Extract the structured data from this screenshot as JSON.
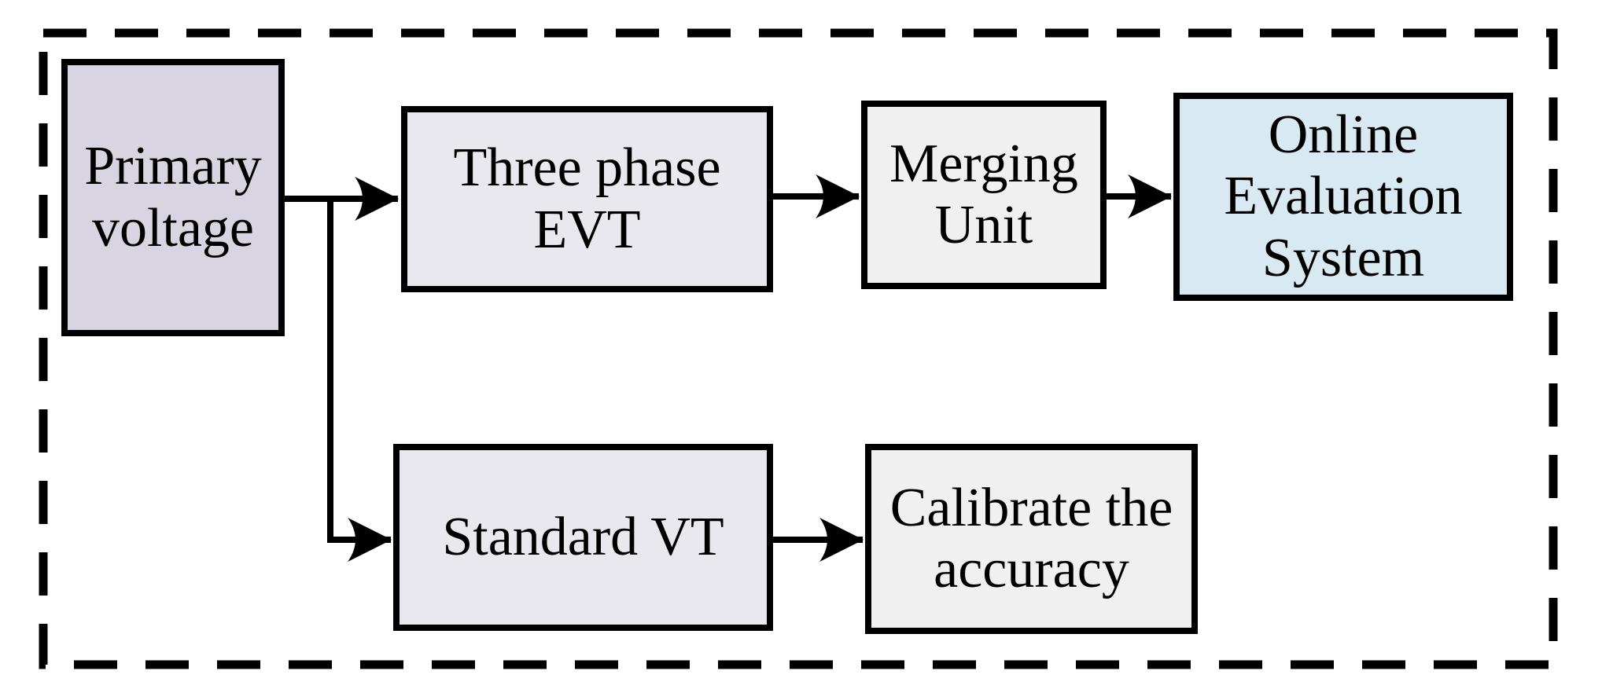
{
  "diagram": {
    "frame_style": "dashed-border",
    "colors": {
      "background": "#ffffff",
      "border": "#000000",
      "arrow": "#000000",
      "lavender_dark": "#d8d4e2",
      "lavender_light": "#eae8ef",
      "gray_light": "#f0f0f1",
      "blue_light": "#d9e9f1"
    },
    "nodes": {
      "primary_voltage": {
        "label": "Primary voltage",
        "line1": "Primary",
        "line2": "voltage",
        "fill": "#d8d4e2"
      },
      "three_phase_evt": {
        "label": "Three phase EVT",
        "line1": "Three phase",
        "line2": "EVT",
        "fill": "#eae8ef"
      },
      "merging_unit": {
        "label": "Merging Unit",
        "line1": "Merging",
        "line2": "Unit",
        "fill": "#f0f0f1"
      },
      "online_evaluation": {
        "label": "Online Evaluation System",
        "line1": "Online",
        "line2": "Evaluation",
        "line3": "System",
        "fill": "#d9e9f1"
      },
      "standard_vt": {
        "label": "Standard VT",
        "line1": "Standard VT",
        "fill": "#eae8ef"
      },
      "calibrate_accuracy": {
        "label": "Calibrate the accuracy",
        "line1": "Calibrate the",
        "line2": "accuracy",
        "fill": "#f0f0f1"
      }
    },
    "edges": [
      {
        "from": "primary_voltage",
        "to": "three_phase_evt"
      },
      {
        "from": "primary_voltage",
        "to": "standard_vt"
      },
      {
        "from": "three_phase_evt",
        "to": "merging_unit"
      },
      {
        "from": "merging_unit",
        "to": "online_evaluation"
      },
      {
        "from": "standard_vt",
        "to": "calibrate_accuracy"
      }
    ]
  }
}
